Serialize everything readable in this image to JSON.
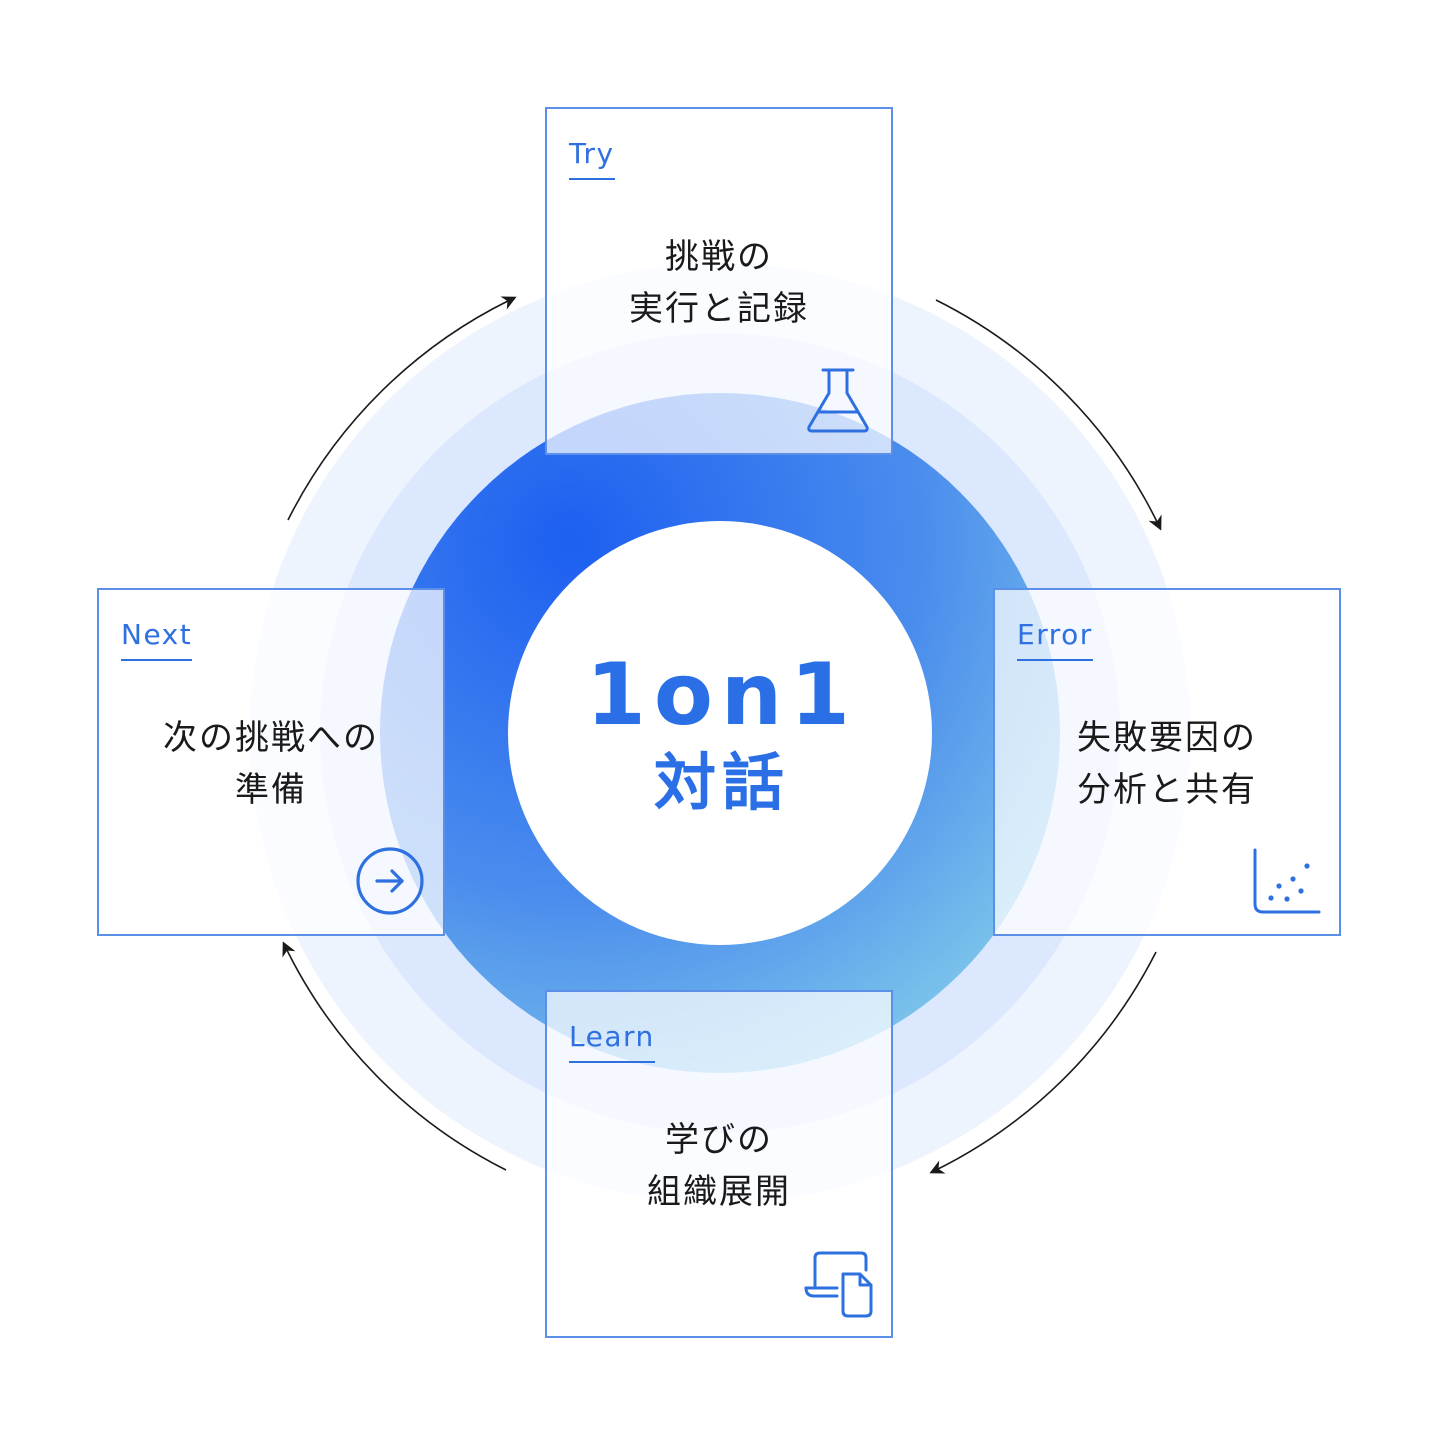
{
  "center": {
    "line1": "1on1",
    "line2": "対話"
  },
  "steps": [
    {
      "label": "Try",
      "title": "挑戦の\n実行と記録",
      "icon": "flask-icon"
    },
    {
      "label": "Error",
      "title": "失敗要因の\n分析と共有",
      "icon": "scatter-chart-icon"
    },
    {
      "label": "Learn",
      "title": "学びの\n組織展開",
      "icon": "devices-icon"
    },
    {
      "label": "Next",
      "title": "次の挑戦への\n準備",
      "icon": "arrow-right-circle-icon"
    }
  ],
  "colors": {
    "accent": "#2e70e0",
    "card_border": "#5b8fe8",
    "ring_outer": "#eef4fe",
    "ring_middle": "#dce8fd",
    "core_gradient": [
      "#1d5ff0",
      "#4f92ec",
      "#7cc7ea"
    ],
    "arrow": "#1a1a1a"
  }
}
